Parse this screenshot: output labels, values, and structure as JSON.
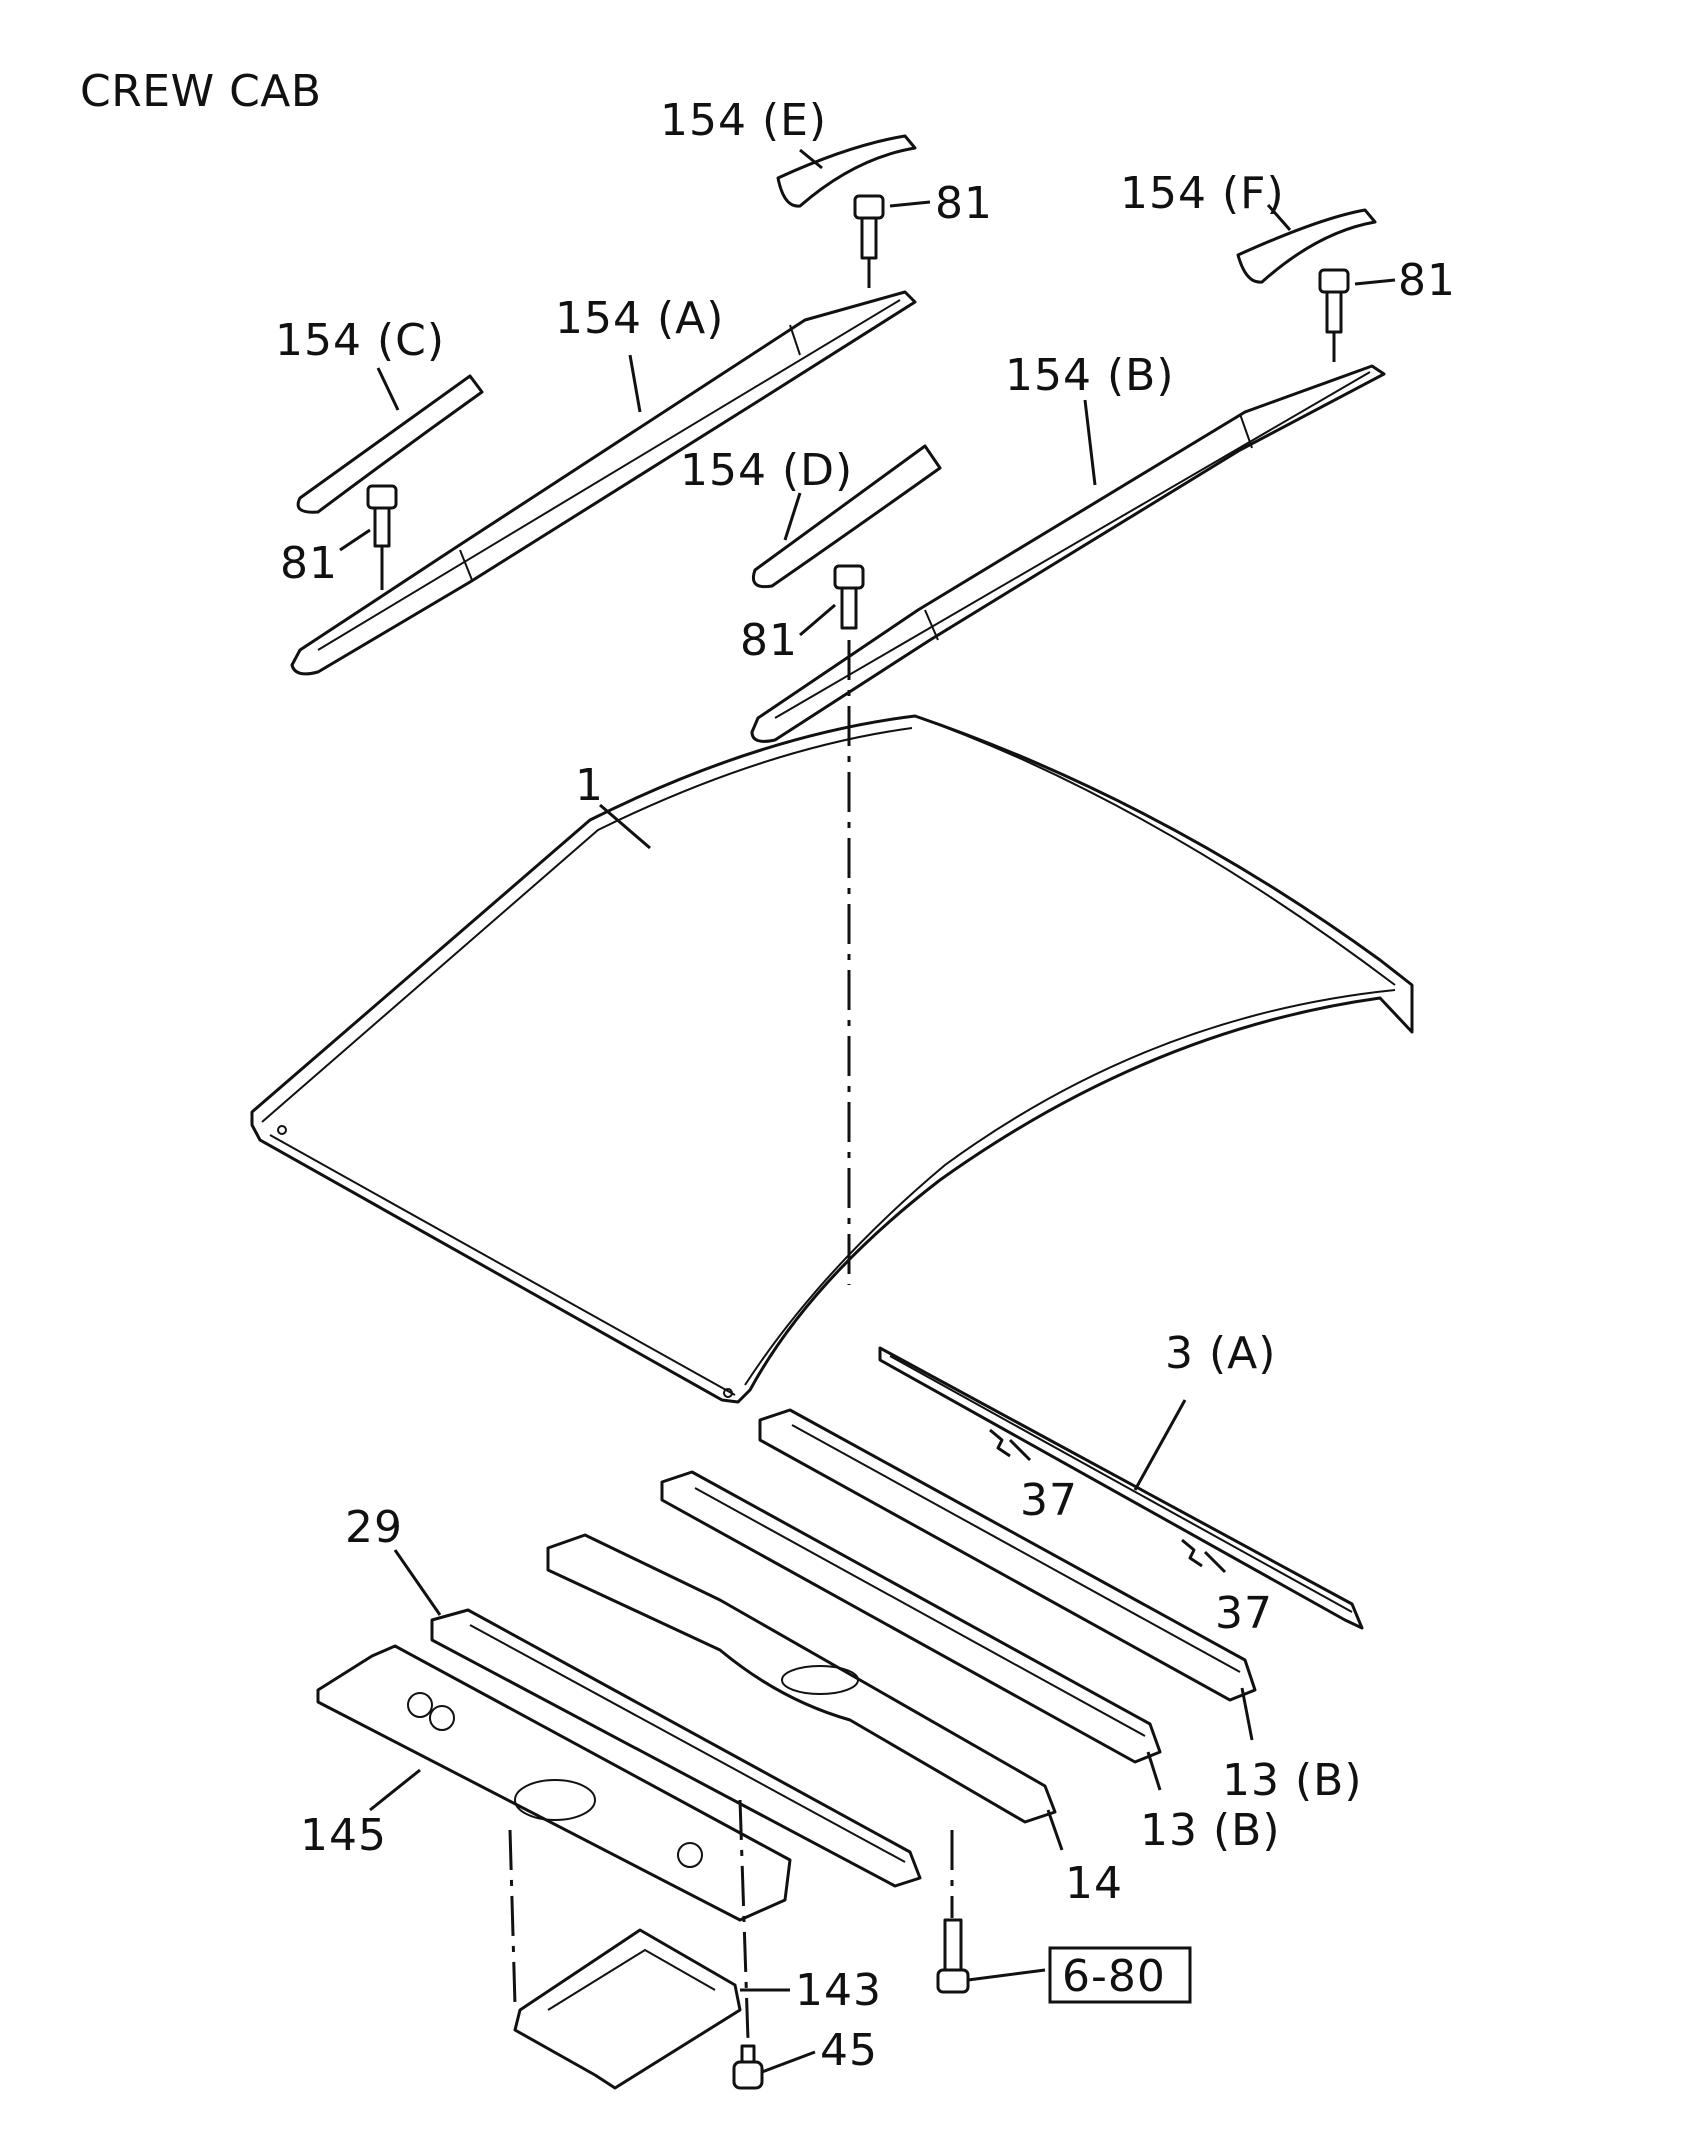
{
  "title": "CREW CAB",
  "labels": {
    "p154E": "154 (E)",
    "p81a": "81",
    "p154F": "154 (F)",
    "p81b": "81",
    "p154A": "154 (A)",
    "p154C": "154 (C)",
    "p154B": "154 (B)",
    "p154D": "154 (D)",
    "p81c": "81",
    "p81d": "81",
    "p1": "1",
    "p3A": "3 (A)",
    "p37a": "37",
    "p37b": "37",
    "p29": "29",
    "p13Ba": "13 (B)",
    "p13Bb": "13 (B)",
    "p14": "14",
    "p145": "145",
    "p143": "143",
    "p45": "45",
    "ref": "6-80"
  }
}
